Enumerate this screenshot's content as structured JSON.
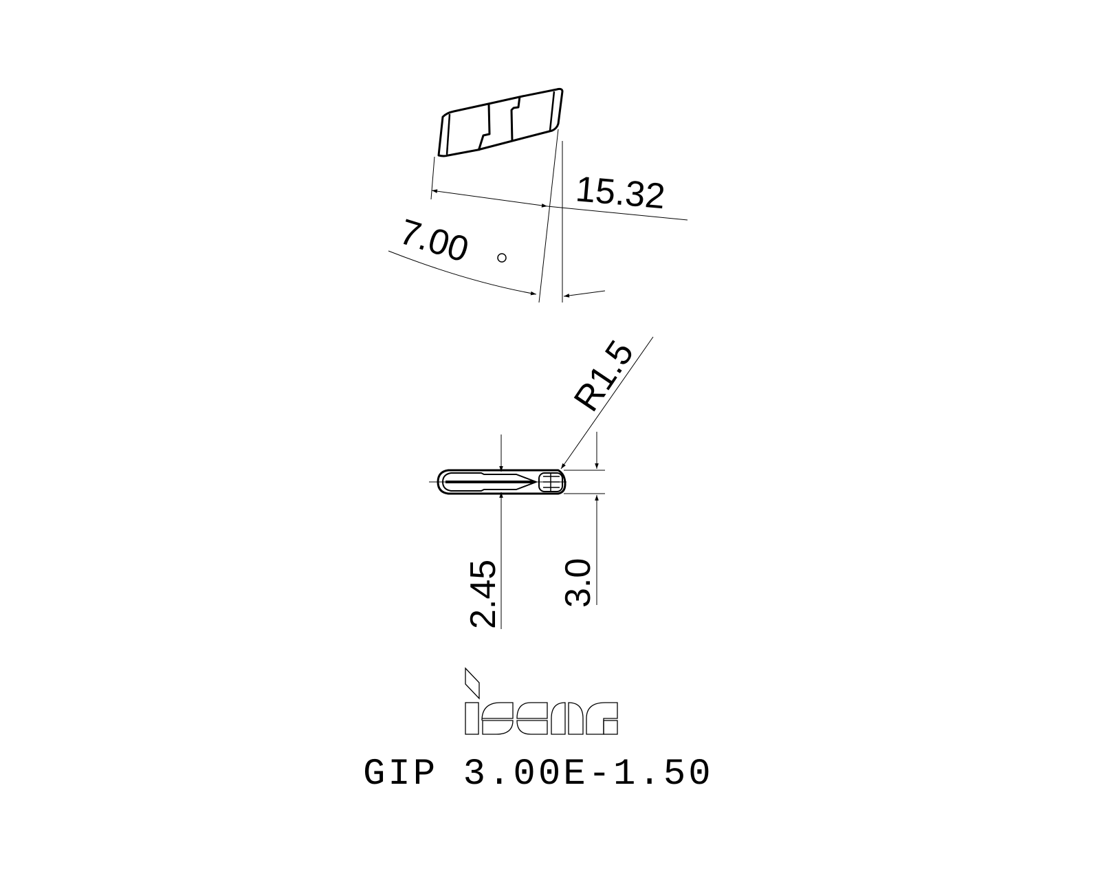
{
  "drawing": {
    "type": "technical-drawing",
    "subject": "grooving insert",
    "colors": {
      "line": "#000000",
      "background": "#ffffff"
    }
  },
  "top_view": {
    "dimensions": {
      "length": "15.32",
      "angle": "7.00",
      "angle_unit": "°"
    }
  },
  "side_view": {
    "dimensions": {
      "radius": "R1.5",
      "height_left": "2.45",
      "width_right": "3.0"
    }
  },
  "logo": {
    "brand": "iscar"
  },
  "part_number": "GIP 3.00E-1.50"
}
